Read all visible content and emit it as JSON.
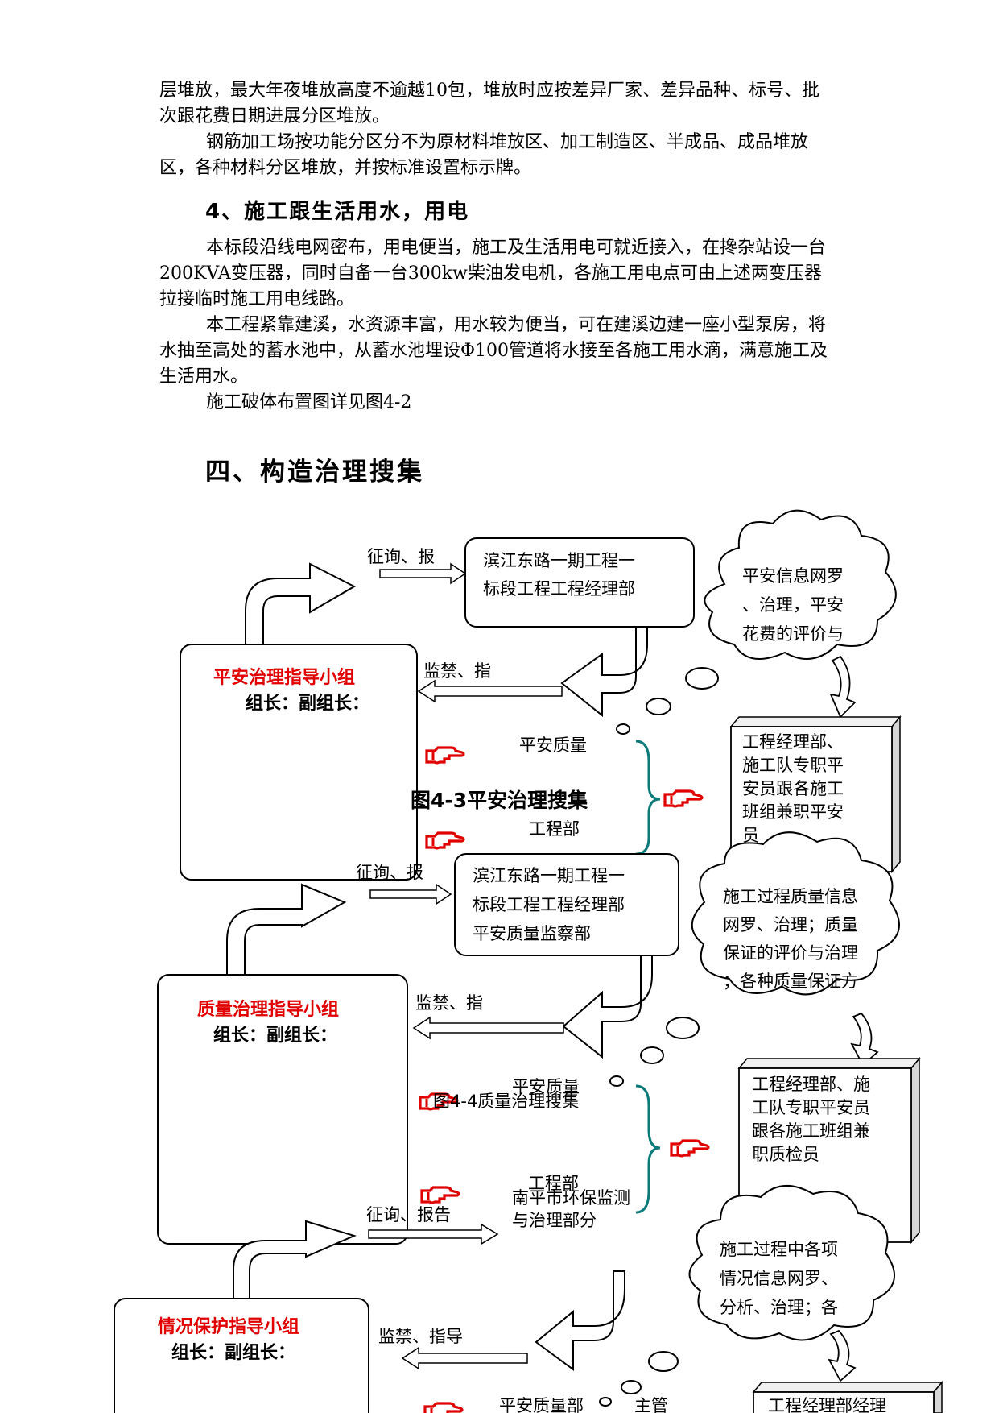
{
  "paragraphs": {
    "p1": "层堆放，最大年夜堆放高度不逾越10包，堆放时应按差异厂家、差异品种、标号、批次跟花费日期进展分区堆放。",
    "p2": "钢筋加工场按功能分区分不为原材料堆放区、加工制造区、半成品、成品堆放区，各种材料分区堆放，并按标准设置标示牌。",
    "heading4": "4、施工跟生活用水，用电",
    "p3": "本标段沿线电网密布，用电便当，施工及生活用电可就近接入，在搀杂站设一台200KVA变压器，同时自备一台300kw柴油发电机，各施工用电点可由上述两变压器拉接临时施工用电线路。",
    "p4": "本工程紧靠建溪，水资源丰富，用水较为便当，可在建溪边建一座小型泵房，将水抽至高处的蓄水池中，从蓄水池埋设Φ100管道将水接至各施工用水滴，满意施工及生活用水。",
    "p5": "施工破体布置图详见图4-2"
  },
  "section_title": "四、构造治理搜集",
  "diagram": {
    "g1": {
      "group_title": "平安治理指导小组",
      "group_members": "组长：副组长：",
      "report_label": "征询、报",
      "supervise_label": "监禁、指",
      "dept_line1": "滨江东路一期工程一",
      "dept_line2": "标段工程工程经理部",
      "cloud_line1": "平安信息网罗",
      "cloud_line2": "、治理，平安",
      "cloud_line3": "花费的评价与",
      "staff_line1": "工程经理部、",
      "staff_line2": "施工队专职平",
      "staff_line3": "安员跟各施工",
      "staff_line4": "班组兼职平安",
      "staff_line5": "员",
      "caption": "图4-3平安治理搜集",
      "sub_label1": "平安质量",
      "sub_label2": "工程部"
    },
    "g2": {
      "group_title": "质量治理指导小组",
      "group_members": "组长：副组长：",
      "report_label": "征询、报",
      "supervise_label": "监禁、指",
      "dept_line1": "滨江东路一期工程一",
      "dept_line2": "标段工程工程经理部",
      "dept_line3": "平安质量监察部",
      "cloud_line1": "施工过程质量信息",
      "cloud_line2": "网罗、治理；质量",
      "cloud_line3": "保证的评价与治理",
      "cloud_line4": "；各种质量保证方",
      "staff_line1": "工程经理部、施",
      "staff_line2": "工队专职平安员",
      "staff_line3": "跟各施工班组兼",
      "staff_line4": "职质检员",
      "caption": "图4-4质量治理搜集",
      "sub_label1": "平安质量",
      "sub_label2": "工程部"
    },
    "g3": {
      "group_title": "情况保护指导小组",
      "group_members": "组长：副组长：",
      "report_label": "征询、报告",
      "supervise_label": "监禁、指导",
      "dept_line1": "南平市环保监测",
      "dept_line2": "与治理部分",
      "cloud_line1": "施工过程中各项",
      "cloud_line2": "情况信息网罗、",
      "cloud_line3": "分析、治理；各",
      "staff_line1": "工程经理部经理",
      "sub_label1": "平安质量部",
      "sub_label2": "主管"
    },
    "colors": {
      "accent_red": "#e00000",
      "brace_teal": "#0d7a7a"
    }
  }
}
